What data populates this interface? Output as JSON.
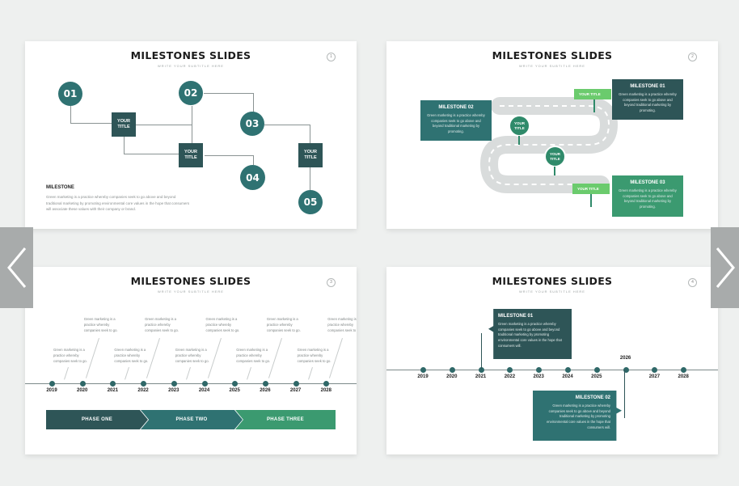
{
  "slide1": {
    "title": "MILESTONES SLIDES",
    "subtitle": "WRITE YOUR SUBTITLE HERE",
    "page": "1",
    "circles": [
      "01",
      "02",
      "03",
      "04",
      "05"
    ],
    "squares": [
      "YOUR TITLE",
      "YOUR TITLE",
      "YOUR TITLE"
    ],
    "milestone_title": "MILESTONE",
    "milestone_body": "Green marketing is a practice whereby companies seek to go above and beyond traditional marketing by promoting environmental core values in the hope that consumers will associate these values with their company or brand."
  },
  "slide2": {
    "title": "MILESTONES SLIDES",
    "subtitle": "WRITE YOUR SUBTITLE HERE",
    "page": "2",
    "box1_title": "MILESTONE 01",
    "box1_body": "Green marketing is a practice whereby companies seek to go above and beyond traditional marketing by promoting.",
    "box2_title": "MILESTONE 02",
    "box2_body": "Green marketing is a practice whereby companies seek to go above and beyond traditional marketing by promoting.",
    "box3_title": "MILESTONE 03",
    "box3_body": "Green marketing is a practice whereby companies seek to go above and beyond traditional marketing by promoting.",
    "pin1": "YOUR TITLE",
    "pin2": "YOUR TITLE",
    "flag1": "YOUR TITLE",
    "flag2": "YOUR TITLE",
    "colors": {
      "dark": "#2e5557",
      "teal": "#2f7272",
      "green": "#2f8a6a",
      "light_green": "#6bcb6d",
      "road": "#d9dcdc"
    }
  },
  "slide3": {
    "title": "MILESTONES SLIDES",
    "subtitle": "WRITE YOUR SUBTITLE HERE",
    "page": "3",
    "years": [
      "2019",
      "2020",
      "2021",
      "2022",
      "2023",
      "2024",
      "2025",
      "2026",
      "2027",
      "2028"
    ],
    "note_text": "Green marketing is a practice whereby companies seek to go.",
    "phases": [
      "PHASE ONE",
      "PHASE TWO",
      "PHASE THREE"
    ],
    "phase_colors": [
      "#2e5557",
      "#2f7272",
      "#3b9a70"
    ]
  },
  "slide4": {
    "title": "MILESTONES SLIDES",
    "subtitle": "WRITE YOUR SUBTITLE HERE",
    "page": "4",
    "years": [
      "2019",
      "2020",
      "2021",
      "2022",
      "2023",
      "2024",
      "2025",
      "2026",
      "2027",
      "2028"
    ],
    "box1_title": "MILESTONE 01",
    "box1_body": "Green marketing is a practice whereby companies seek to go above and beyond traditional marketing by promoting environmental core values in the hope that consumers will.",
    "box2_title": "MILESTONE 02",
    "box2_body": "Green marketing is a practice whereby companies seek to go above and beyond traditional marketing by promoting environmental core values in the hope that consumers will."
  },
  "nav": {
    "prev_icon": "chevron-left-icon",
    "next_icon": "chevron-right-icon"
  }
}
